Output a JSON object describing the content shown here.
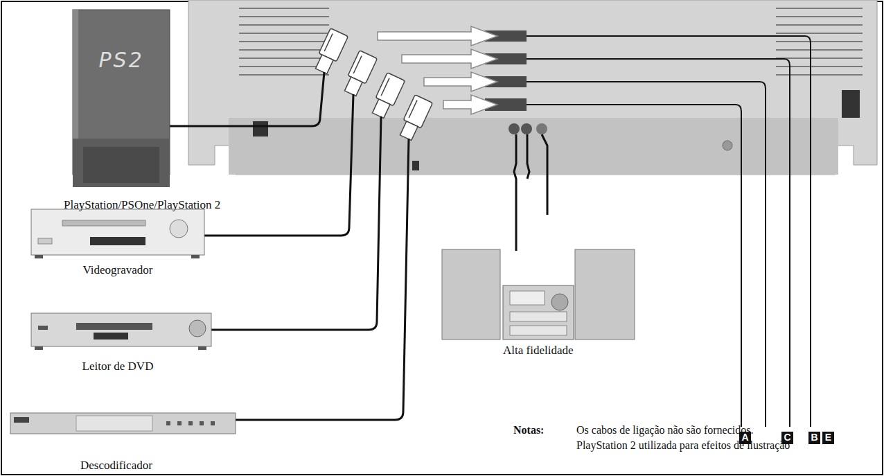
{
  "diagram": {
    "nodes": [
      {
        "text": [
          "A"
        ]
      },
      {
        "text": [
          "C"
        ]
      },
      {
        "text": [
          "B"
        ]
      },
      {
        "text": [
          "E"
        ]
      }
    ],
    "labels": [
      "PS2",
      "PlayStation/PSOne/PlayStation 2",
      "Videogravador",
      "Leitor de DVD",
      "Descodificador",
      "Alta fidelidade",
      "Notas:",
      "Os cabos de ligação não são fornecidos.",
      "PlayStation 2 utilizada para efeitos de ilustração"
    ]
  }
}
